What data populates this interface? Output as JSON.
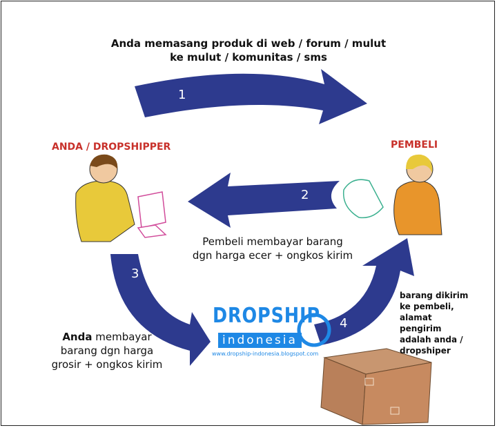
{
  "title_line1": "Anda memasang produk di web / forum / mulut",
  "title_line2": "ke mulut / komunitas / sms",
  "roles": {
    "seller": "ANDA / DROPSHIPPER",
    "buyer": "PEMBELI"
  },
  "steps": [
    "1",
    "2",
    "3",
    "4"
  ],
  "step2_text": {
    "line1": "Pembeli membayar barang",
    "line2": "dgn harga ecer + ongkos kirim"
  },
  "step3_text": {
    "bold": "Anda",
    "rest": " membayar",
    "line2": "barang dgn harga",
    "line3": "grosir + ongkos kirim"
  },
  "step4_text": [
    "barang dikirim",
    "ke pembeli,",
    "alamat",
    "pengirim",
    "adalah anda /",
    "dropshiper"
  ],
  "logo": {
    "word1": "DROPSHIP",
    "word2": "indonesia",
    "url": "www.dropship-indonesia.blogspot.com"
  },
  "colors": {
    "arrow": "#2d3a8e",
    "role": "#c8312b",
    "logo": "#1e88e5"
  }
}
